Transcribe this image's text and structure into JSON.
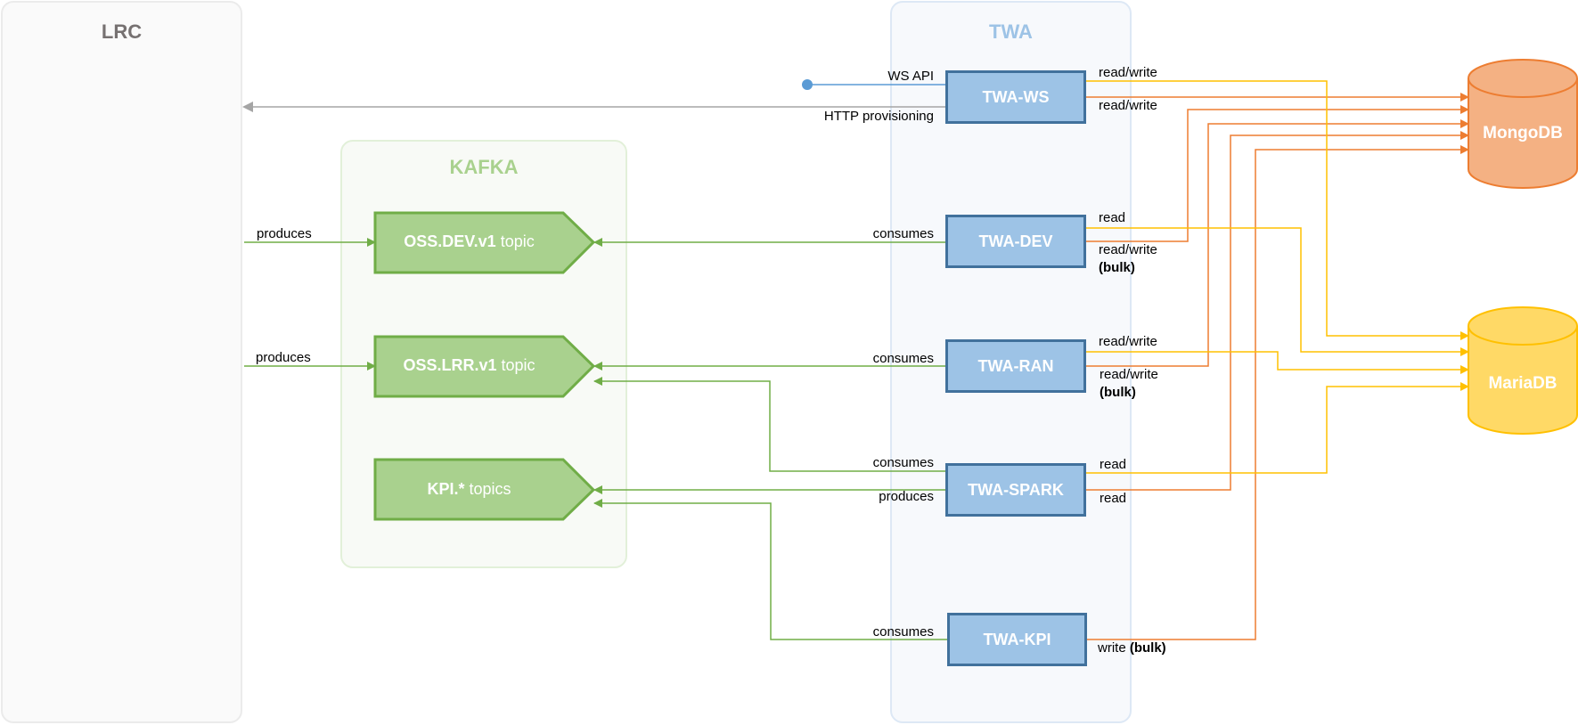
{
  "containers": {
    "lrc": {
      "title": "LRC"
    },
    "kafka": {
      "title": "KAFKA"
    },
    "twa": {
      "title": "TWA"
    }
  },
  "topics": [
    {
      "id": "oss-dev",
      "name_bold": "OSS.DEV.v1",
      "name_rest": " topic"
    },
    {
      "id": "oss-lrr",
      "name_bold": "OSS.LRR.v1",
      "name_rest": " topic"
    },
    {
      "id": "kpi",
      "name_bold": "KPI.*",
      "name_rest": " topics"
    }
  ],
  "services": [
    {
      "id": "twa-ws",
      "label": "TWA-WS"
    },
    {
      "id": "twa-dev",
      "label": "TWA-DEV"
    },
    {
      "id": "twa-ran",
      "label": "TWA-RAN"
    },
    {
      "id": "twa-spark",
      "label": "TWA-SPARK"
    },
    {
      "id": "twa-kpi",
      "label": "TWA-KPI"
    }
  ],
  "databases": [
    {
      "id": "mongodb",
      "label": "MongoDB",
      "color": "#f4b183",
      "stroke": "#ed7d31"
    },
    {
      "id": "mariadb",
      "label": "MariaDB",
      "color": "#ffd966",
      "stroke": "#ffc000"
    }
  ],
  "labels": {
    "ws_api": "WS API",
    "http_provisioning": "HTTP provisioning",
    "produces": "produces",
    "consumes": "consumes",
    "read": "read",
    "read_write": "read/write",
    "write": "write",
    "bulk": "(bulk)"
  },
  "colors": {
    "kafka_green": "#70ad47",
    "topic_fill": "#a9d18e",
    "mongo_orange": "#ed7d31",
    "maria_yellow": "#ffc000",
    "http_gray": "#a5a5a5",
    "ws_blue": "#5b9bd5"
  }
}
